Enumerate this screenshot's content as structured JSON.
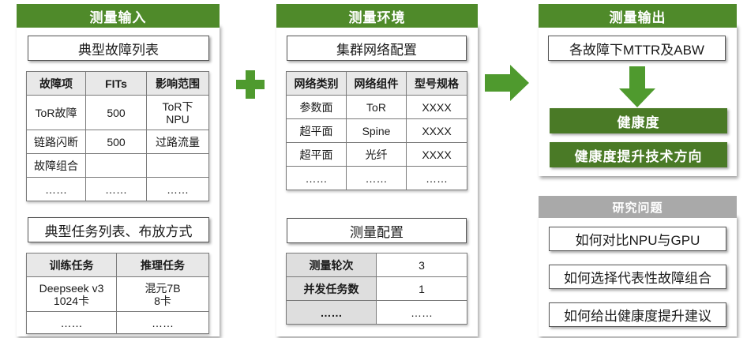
{
  "input": {
    "title": "测量输入",
    "fault_list": {
      "title": "典型故障列表",
      "headers": [
        "故障项",
        "FITs",
        "影响范围"
      ],
      "rows": [
        [
          "ToR故障",
          "500",
          "ToR下\nNPU"
        ],
        [
          "链路闪断",
          "500",
          "过路流量"
        ],
        [
          "故障组合",
          "",
          ""
        ],
        [
          "……",
          "……",
          "……"
        ]
      ]
    },
    "task_list": {
      "title": "典型任务列表、布放方式",
      "headers": [
        "训练任务",
        "推理任务"
      ],
      "rows": [
        [
          "Deepseek v3\n1024卡",
          "混元7B\n8卡"
        ],
        [
          "……",
          "……"
        ]
      ]
    }
  },
  "env": {
    "title": "测量环境",
    "network": {
      "title": "集群网络配置",
      "headers": [
        "网络类别",
        "网络组件",
        "型号规格"
      ],
      "rows": [
        [
          "参数面",
          "ToR",
          "XXXX"
        ],
        [
          "超平面",
          "Spine",
          "XXXX"
        ],
        [
          "超平面",
          "光纤",
          "XXXX"
        ],
        [
          "……",
          "……",
          "……"
        ]
      ]
    },
    "config": {
      "title": "测量配置",
      "rows": [
        [
          "测量轮次",
          "3"
        ],
        [
          "并发任务数",
          "1"
        ],
        [
          "……",
          "……"
        ]
      ]
    }
  },
  "output": {
    "title": "测量输出",
    "mttr_box": "各故障下MTTR及ABW",
    "health": "健康度",
    "direction": "健康度提升技术方向"
  },
  "research": {
    "title": "研究问题",
    "questions": [
      "如何对比NPU与GPU",
      "如何选择代表性故障组合",
      "如何给出健康度提升建议"
    ]
  },
  "colors": {
    "banner_green": "#4f8a2a",
    "arrow_green": "#4f9a2e",
    "box_green": "#4a7a26",
    "gray": "#a9a9a9"
  }
}
